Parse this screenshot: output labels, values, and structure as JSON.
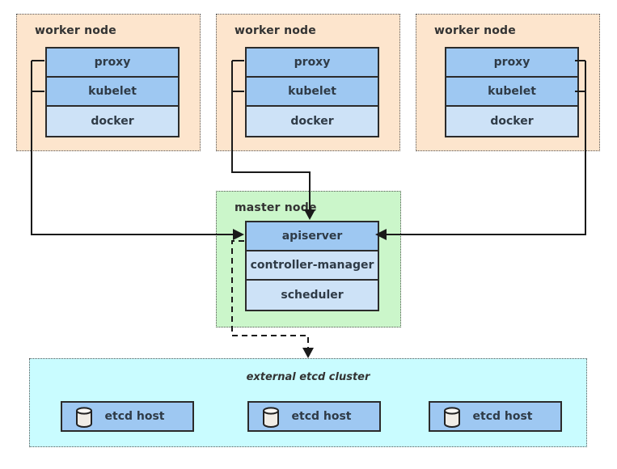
{
  "diagram": {
    "worker_nodes": [
      {
        "label": "worker node",
        "components": [
          "proxy",
          "kubelet",
          "docker"
        ]
      },
      {
        "label": "worker node",
        "components": [
          "proxy",
          "kubelet",
          "docker"
        ]
      },
      {
        "label": "worker node",
        "components": [
          "proxy",
          "kubelet",
          "docker"
        ]
      }
    ],
    "master_node": {
      "label": "master node",
      "components": [
        "apiserver",
        "controller-manager",
        "scheduler"
      ]
    },
    "etcd_cluster": {
      "label": "external etcd cluster",
      "hosts": [
        {
          "icon": "database-icon",
          "label": "etcd host"
        },
        {
          "icon": "database-icon",
          "label": "etcd host"
        },
        {
          "icon": "database-icon",
          "label": "etcd host"
        }
      ]
    },
    "colors": {
      "worker_node_bg": "#fde5cd",
      "master_node_bg": "#cbf6ca",
      "etcd_cluster_bg": "#c9fcff",
      "component_primary_bg": "#9ec8f2",
      "component_secondary_bg": "#cde2f7",
      "connector_line": "#1a1a1a",
      "label_text": "#333333"
    }
  }
}
